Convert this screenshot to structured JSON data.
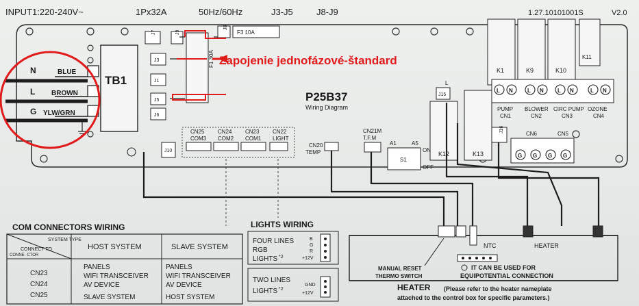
{
  "header": {
    "input": "INPUT1:220-240V~",
    "phase": "1Px32A",
    "freq": "50Hz/60Hz",
    "j3j5": "J3-J5",
    "j8j9": "J8-J9",
    "version_code": "1.27.10101001S",
    "version": "V2.0"
  },
  "terminal": {
    "tb1": "TB1",
    "rows": [
      {
        "letter": "N",
        "color": "BLUE"
      },
      {
        "letter": "L",
        "color": "BROWN"
      },
      {
        "letter": "G",
        "color": "YLW/GRN"
      }
    ]
  },
  "annotation": {
    "text": "Zapojenie jednofázové-štandard",
    "color": "#e11b1b"
  },
  "jumpers": {
    "j7": "J7",
    "j9": "J9",
    "j8": "J8",
    "j3": "J3",
    "j1": "J1",
    "j5": "J5",
    "j6": "J6",
    "j10": "J10",
    "j15": "J15",
    "j16": "J16"
  },
  "fuses": {
    "f3": "F3  10A",
    "f1": "F1  30A"
  },
  "board": {
    "model": "P25B37",
    "subtitle": "Wiring Diagram"
  },
  "relays": {
    "k1": "K1",
    "k9": "K9",
    "k10": "K10",
    "k11": "K11",
    "k12": "K12",
    "k13": "K13"
  },
  "outputs": {
    "ln": [
      "L",
      "N",
      "L",
      "N",
      "L",
      "N",
      "L",
      "N"
    ],
    "pump": "PUMP",
    "cn1": "CN1",
    "blower": "BLOWER",
    "cn2": "CN2",
    "circ": "CIRC PUMP",
    "cn3": "CN3",
    "ozone": "OZONE",
    "cn4": "CN4",
    "cn6": "CN6",
    "cn5": "CN5",
    "g": [
      "G",
      "G",
      "G",
      "G"
    ]
  },
  "com": {
    "cn25": "CN25",
    "com3": "COM3",
    "cn24": "CN24",
    "com2": "COM2",
    "cn23": "CN23",
    "com1": "COM1",
    "cn22": "CN22",
    "light": "LIGHT",
    "cn20": "CN20",
    "temp": "TEMP",
    "cn21m": "CN21M",
    "tfm": "T.F.M",
    "a1": "A1",
    "a5": "A5",
    "s1": "S1",
    "on": "ON",
    "off": "OFF"
  },
  "com_table": {
    "title": "COM CONNECTORS WIRING",
    "system_type": "SYSTEM TYPE",
    "connect_to": "CONNECT TO",
    "connector": "CONNE- CTOR",
    "host_header": "HOST SYSTEM",
    "slave_header": "SLAVE SYSTEM",
    "connectors": [
      "CN23",
      "CN24",
      "CN25"
    ],
    "host_items": [
      "PANELS",
      "WIFI TRANSCEIVER",
      "AV DEVICE",
      "SLAVE SYSTEM"
    ],
    "slave_items": [
      "PANELS",
      "WIFI TRANSCEIVER",
      "AV DEVICE",
      "HOST SYSTEM"
    ]
  },
  "lights": {
    "title": "LIGHTS WIRING",
    "four_l1": "FOUR LINES",
    "four_l2": "RGB",
    "four_l3": "LIGHTS",
    "four_sup": "*2",
    "pins4": [
      "B",
      "G",
      "R",
      "+12V"
    ],
    "two_l1": "TWO LINES",
    "two_l2": "LIGHTS",
    "two_sup": "*2",
    "pins2": [
      "GND",
      "+12V"
    ]
  },
  "heater": {
    "ntc": "NTC",
    "label": "HEATER",
    "manual1": "MANUAL RESET",
    "manual2": "THERMO SWITCH",
    "equi1": "IT CAN BE USED FOR",
    "equi2": "EQUIPOTENTIAL CONNECTION",
    "bottom": "HEATER",
    "note1": "(Please refer to the heater nameplate",
    "note2": "attached to the control box for specific parameters.)"
  }
}
